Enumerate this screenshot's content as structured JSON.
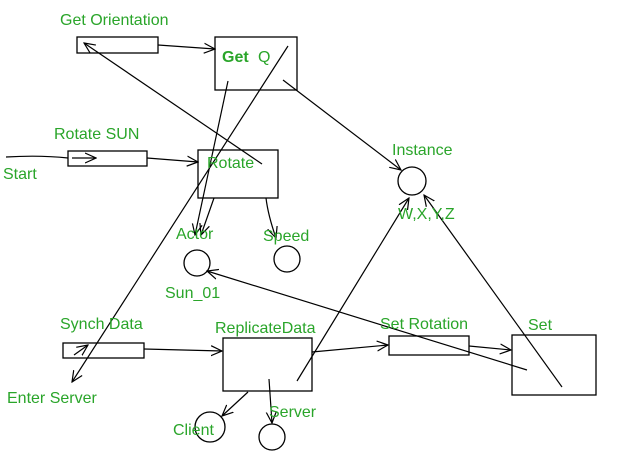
{
  "colors": {
    "label": "#2aa52a",
    "stroke": "#000000",
    "background": "#ffffff"
  },
  "labels": {
    "get_orientation": "Get Orientation",
    "get_q_prefix": "Get",
    "get_q_suffix": "Q",
    "rotate_sun": "Rotate SUN",
    "start": "Start",
    "rotate": "Rotate",
    "instance": "Instance",
    "wxyz": "W,X,Y,Z",
    "actor": "Actor",
    "speed": "Speed",
    "sun_01": "Sun_01",
    "synch_data": "Synch Data",
    "replicate_data": "ReplicateData",
    "set_rotation": "Set Rotation",
    "set": "Set",
    "enter_server": "Enter Server",
    "client": "Client",
    "server": "Server"
  }
}
